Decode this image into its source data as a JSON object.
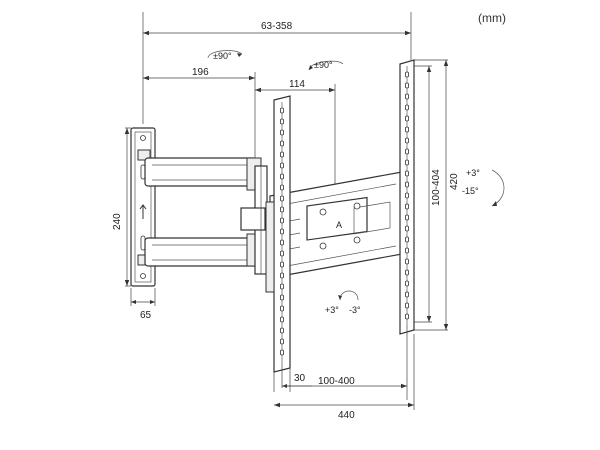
{
  "unit_label": "(mm)",
  "dimensions": {
    "top_width": "63-358",
    "arm_196": "196",
    "arm_114": "114",
    "wall_height": "240",
    "wall_depth": "65",
    "vesa_vertical": "100-404",
    "bracket_height": "420",
    "offset_30": "30",
    "vesa_horizontal": "100-400",
    "bracket_width": "440"
  },
  "rotations": {
    "swivel_left": "±90°",
    "swivel_right": "±90°",
    "tilt_up": "+3°",
    "tilt_down": "-15°",
    "level_plus": "+3°",
    "level_minus": "-3°"
  },
  "marks": {
    "plate_letter": "A"
  }
}
